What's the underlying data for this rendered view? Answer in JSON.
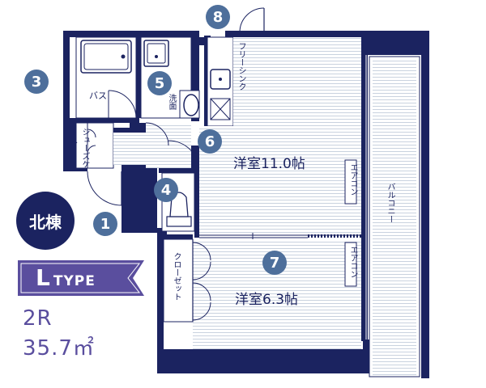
{
  "rooms": {
    "western_large": "洋室11.0帖",
    "western_small": "洋室6.3帖",
    "bath": "バス",
    "washroom": "洗面",
    "shoe_case": "シューズケース",
    "closet": "クローゼット",
    "aircon_1": "エアコン",
    "aircon_2": "エアコン",
    "balcony": "バルコニー",
    "free_sink": "フリーシンク"
  },
  "building": "北棟",
  "type": {
    "letter": "L",
    "word": "TYPE"
  },
  "layout": "2R",
  "area": "35.7㎡",
  "markers": [
    "1",
    "3",
    "4",
    "5",
    "6",
    "7",
    "8"
  ],
  "colors": {
    "wall": "#1b2360",
    "floor_line": "#c9d2df",
    "marker": "#4e6f9b",
    "type_banner": "#5a4e9e",
    "text_purple": "#5a4e9e"
  }
}
